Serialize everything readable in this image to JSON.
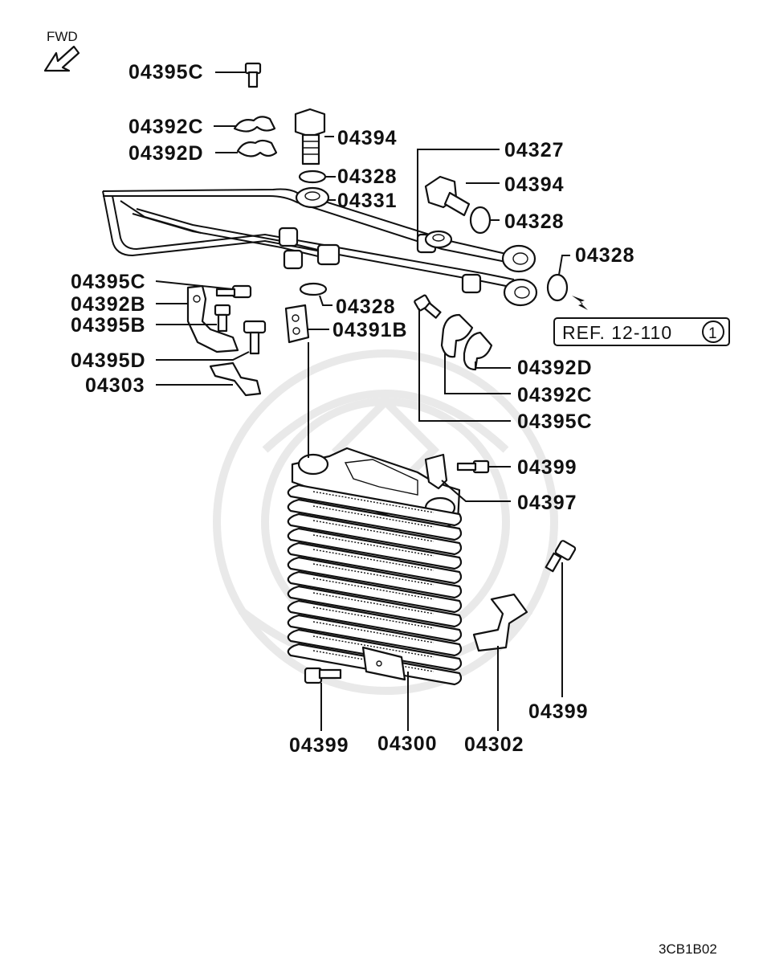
{
  "direction_label": "FWD",
  "drawing_code": "3CB1B02",
  "reference": {
    "text": "REF. 12-110",
    "circle_number": "1"
  },
  "labels": {
    "l_04395c_top": "04395C",
    "l_04392c_top": "04392C",
    "l_04392d_top": "04392D",
    "l_04394_top": "04394",
    "l_04328_a": "04328",
    "l_04331": "04331",
    "l_04327": "04327",
    "l_04394_right": "04394",
    "l_04328_b": "04328",
    "l_04328_c": "04328",
    "l_04395c_left": "04395C",
    "l_04392b": "04392B",
    "l_04395b": "04395B",
    "l_04395d": "04395D",
    "l_04303": "04303",
    "l_04328_d": "04328",
    "l_04391b": "04391B",
    "l_04392d_right": "04392D",
    "l_04392c_right": "04392C",
    "l_04395c_right": "04395C",
    "l_04399_a": "04399",
    "l_04397": "04397",
    "l_04399_b": "04399",
    "l_04399_c": "04399",
    "l_04300": "04300",
    "l_04302": "04302"
  },
  "icons": {
    "direction": "fwd-arrow-icon",
    "watermark": "watermark-emblem-icon"
  }
}
